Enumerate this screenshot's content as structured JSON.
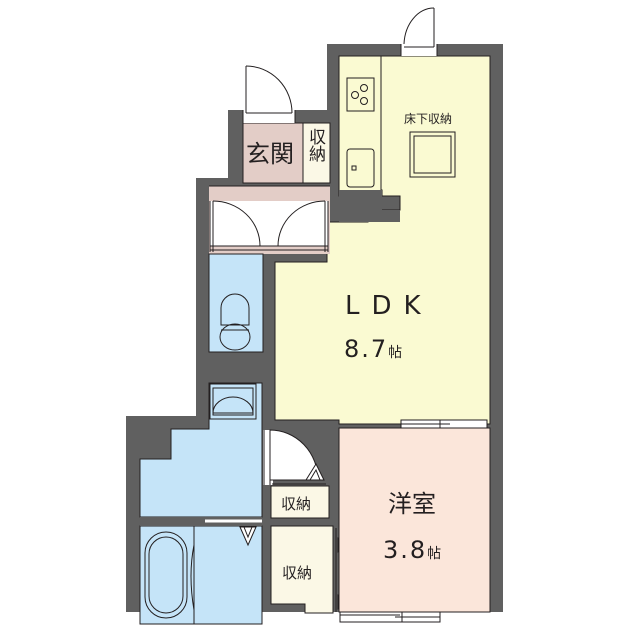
{
  "floor_plan": {
    "rooms": {
      "entrance": {
        "label": "玄関"
      },
      "entrance_storage": {
        "label": "収納"
      },
      "ldk": {
        "label": "LDK",
        "area": "8.7",
        "unit": "帖"
      },
      "underfloor_storage": {
        "label": "床下収納"
      },
      "western_room": {
        "label": "洋室",
        "area": "3.8",
        "unit": "帖"
      },
      "storage_upper": {
        "label": "収納"
      },
      "storage_lower": {
        "label": "収納"
      }
    },
    "colors": {
      "wall": "#606060",
      "ldk": "#fafad2",
      "entrance": "#e3cdc7",
      "wet_area": "#c5e4f8",
      "western_room": "#fbe6da",
      "storage": "#fbf8e6",
      "line": "#231f20"
    }
  }
}
